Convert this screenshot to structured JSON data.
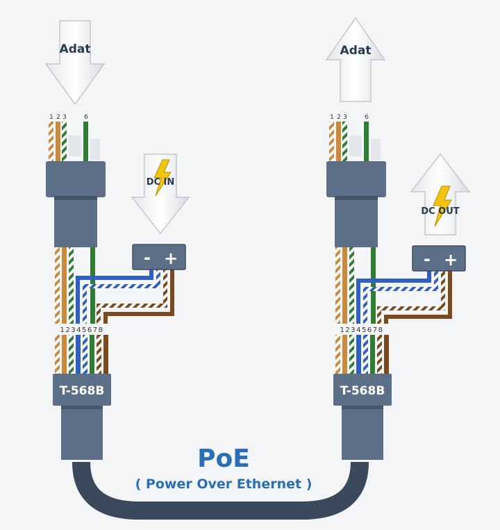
{
  "left_side": {
    "arrow_label": "Adat",
    "power_arrow_label": "DC IN",
    "top_pin_numbers": [
      "1",
      "2",
      "3",
      "",
      "",
      "6",
      "",
      ""
    ],
    "bottom_pin_numbers": "12345678",
    "connector_label": "T-568B",
    "terminal_minus": "-",
    "terminal_plus": "+"
  },
  "right_side": {
    "arrow_label": "Adat",
    "power_arrow_label": "DC OUT",
    "top_pin_numbers": [
      "1",
      "2",
      "3",
      "",
      "",
      "6",
      "",
      ""
    ],
    "bottom_pin_numbers": "12345678",
    "connector_label": "T-568B",
    "terminal_minus": "-",
    "terminal_plus": "+"
  },
  "title": "PoE",
  "subtitle": "( Power Over Ethernet )",
  "colors": {
    "orange": "#c98a3c",
    "green": "#2e7d32",
    "blue": "#2f5fc4",
    "brown": "#7a4a1e",
    "connector": "#5c6f86",
    "connector_dark": "#45566b",
    "cable": "#3a4a5c",
    "title": "#2a6fb5",
    "bolt": "#f2c40f"
  }
}
